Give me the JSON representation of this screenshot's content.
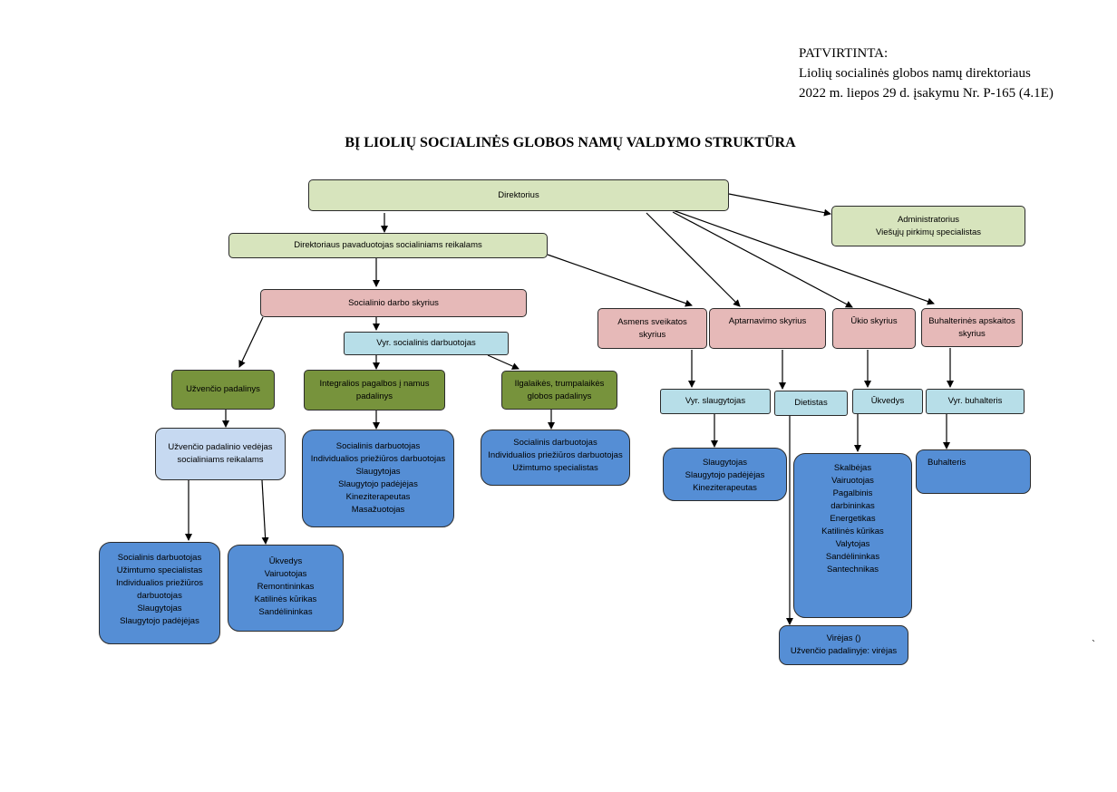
{
  "approval": {
    "line1": "PATVIRTINTA:",
    "line2": "Liolių socialinės globos namų direktoriaus",
    "line3": "2022 m. liepos 29 d. įsakymu Nr. P-165 (4.1E)"
  },
  "title": "BĮ LIOLIŲ SOCIALINĖS GLOBOS NAMŲ VALDYMO STRUKTŪRA",
  "nodes": {
    "direktorius": [
      "Direktorius"
    ],
    "administratorius": [
      "Administratorius",
      "Viešųjų pirkimų specialistas"
    ],
    "pavaduotojas": [
      "Direktoriaus pavaduotojas socialiniams reikalams"
    ],
    "socialinio_darbo": [
      "Socialinio darbo skyrius"
    ],
    "vyr_socialinis": [
      "Vyr. socialinis darbuotojas"
    ],
    "uzvencio_padalinys": [
      "Užvenčio padalinys"
    ],
    "integralios": [
      "Integralios pagalbos į namus",
      "padalinys"
    ],
    "ilgalaikes": [
      "Ilgalaikės, trumpalaikės",
      "globos padalinys"
    ],
    "uzvencio_vedejas": [
      "Užvenčio padalinio vedėjas",
      "socialiniams reikalams"
    ],
    "integralios_staff": [
      "Socialinis darbuotojas",
      "Individualios priežiūros darbuotojas",
      "Slaugytojas",
      "Slaugytojo padėjėjas",
      "Kineziterapeutas",
      "Masažuotojas"
    ],
    "ilgalaikes_staff": [
      "Socialinis darbuotojas",
      "Individualios priežiūros darbuotojas",
      "Užimtumo specialistas"
    ],
    "uzvencio_staff1": [
      "Socialinis darbuotojas",
      "Užimtumo specialistas",
      "Individualios priežiūros",
      "darbuotojas",
      "Slaugytojas",
      "Slaugytojo padėjėjas"
    ],
    "uzvencio_staff2": [
      "Ūkvedys",
      "Vairuotojas",
      "Remontininkas",
      "Katilinės kūrikas",
      "Sandėlininkas"
    ],
    "asmens_sveikatos": [
      "Asmens sveikatos",
      "skyrius"
    ],
    "aptarnavimo": [
      "Aptarnavimo skyrius"
    ],
    "ukio": [
      "Ūkio skyrius"
    ],
    "buhalterines": [
      "Buhalterinės apskaitos",
      "skyrius"
    ],
    "vyr_slaugytojas": [
      "Vyr. slaugytojas"
    ],
    "dietistas": [
      "Dietistas"
    ],
    "ukvedys": [
      "Ūkvedys"
    ],
    "vyr_buhalteris": [
      "Vyr. buhalteris"
    ],
    "sveikatos_staff": [
      "Slaugytojas",
      "Slaugytojo padėjėjas",
      "Kineziterapeutas"
    ],
    "ukio_staff": [
      "Skalbėjas",
      "Vairuotojas",
      "Pagalbinis",
      "darbininkas",
      "Energetikas",
      "Katilinės kūrikas",
      "Valytojas",
      "Sandėlininkas",
      "Santechnikas"
    ],
    "buhalteris": [
      "Buhalteris"
    ],
    "virejas": [
      "Virėjas ()",
      "Užvenčio padalinyje: virėjas"
    ]
  },
  "stray_mark": "`",
  "colors": {
    "top_level": "#d7e4bd",
    "department": "#e6b9b8",
    "lead_staff": "#b7dee8",
    "subdivision": "#77933c",
    "sub_manager": "#c6d9f1",
    "staff": "#558ed5"
  }
}
